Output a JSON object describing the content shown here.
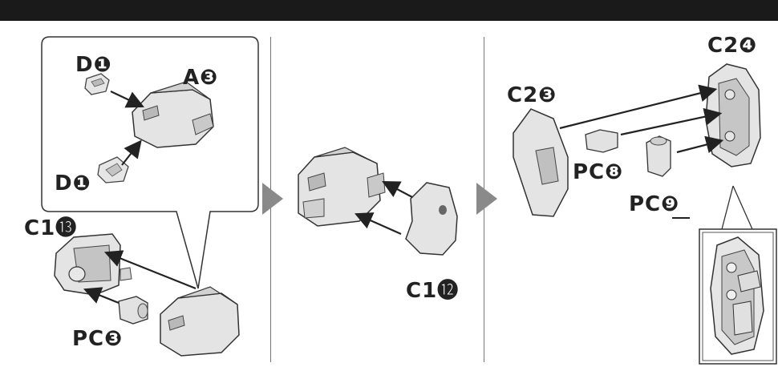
{
  "labels": {
    "d1_top": "D❶",
    "a3": "A❸",
    "d1_bottom": "D❶",
    "c1_13": "C1⓭",
    "pc3": "PC❸",
    "c1_12": "C1⓬",
    "c2_3": "C2❸",
    "c2_4": "C2❹",
    "pc8": "PC❽",
    "pc9": "PC❾"
  },
  "icons": {
    "step_arrow": "triangle-right-icon"
  },
  "colors": {
    "bar": "#1a1a1a",
    "part_fill": "#e4e4e4",
    "part_shadow": "#bdbdbd",
    "outline": "#333333",
    "step_arrow": "#8a8a8a"
  }
}
